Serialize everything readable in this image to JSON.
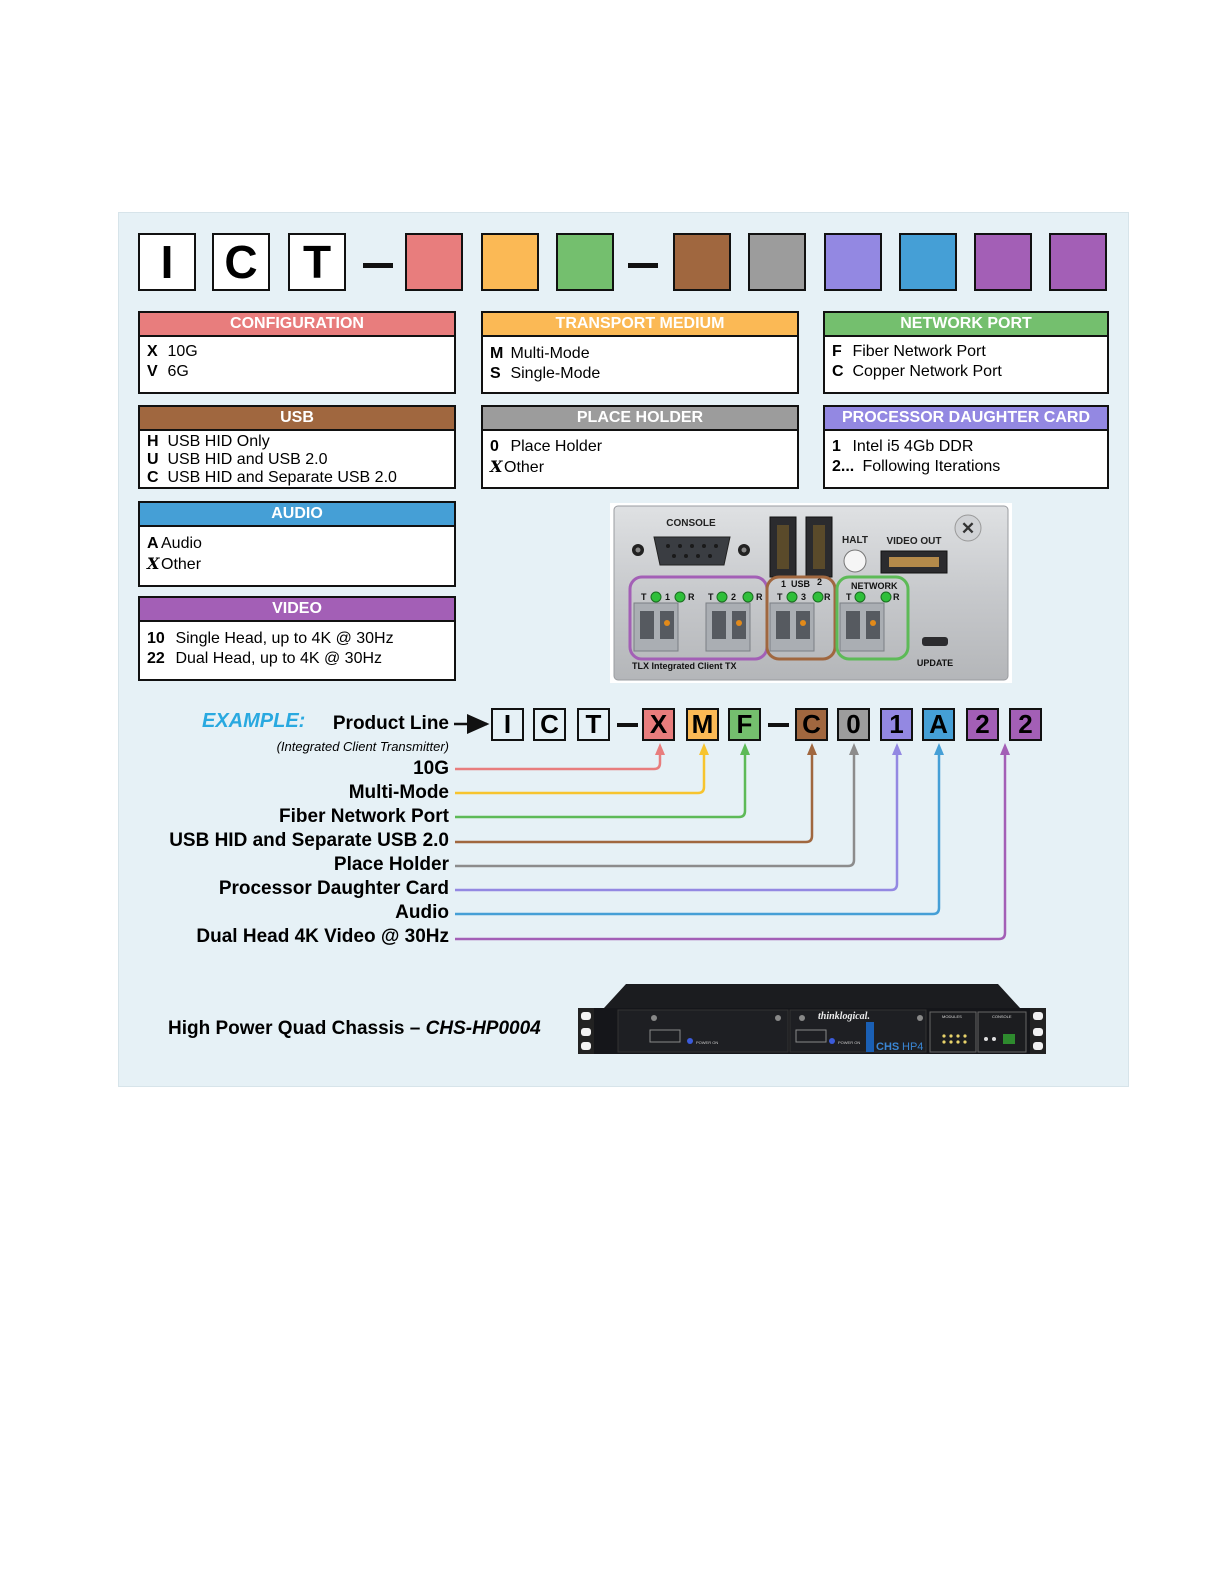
{
  "part_number": {
    "prefix": [
      "I",
      "C",
      "T"
    ],
    "slot_colors": [
      "#e87d7d",
      "#fbb955",
      "#74bf6e",
      "#a0673f",
      "#9c9c9c",
      "#9388e2",
      "#459fd6",
      "#a35fb6",
      "#a35fb6"
    ]
  },
  "cards": {
    "configuration": {
      "title": "CONFIGURATION",
      "color": "#e87d7d",
      "rows": [
        {
          "code": "X",
          "text": "10G"
        },
        {
          "code": "V",
          "text": "6G"
        }
      ]
    },
    "transport": {
      "title": "TRANSPORT MEDIUM",
      "color": "#fbb955",
      "rows": [
        {
          "code": "M",
          "text": "Multi-Mode"
        },
        {
          "code": "S",
          "text": "Single-Mode"
        }
      ]
    },
    "network": {
      "title": "NETWORK PORT",
      "color": "#74bf6e",
      "rows": [
        {
          "code": "F",
          "text": "Fiber Network Port"
        },
        {
          "code": "C",
          "text": "Copper Network Port"
        }
      ]
    },
    "usb": {
      "title": "USB",
      "color": "#a0673f",
      "rows": [
        {
          "code": "H",
          "text": "USB HID Only"
        },
        {
          "code": "U",
          "text": "USB HID and USB 2.0"
        },
        {
          "code": "C",
          "text": "USB HID and Separate USB 2.0"
        }
      ]
    },
    "placeholder": {
      "title": "PLACE HOLDER",
      "color": "#9c9c9c",
      "rows": [
        {
          "code": "0",
          "text": "Place Holder"
        },
        {
          "code": "X",
          "text": "Other"
        }
      ]
    },
    "processor": {
      "title": "PROCESSOR DAUGHTER CARD",
      "color": "#9388e2",
      "rows": [
        {
          "code": "1",
          "text": "Intel i5 4Gb DDR"
        },
        {
          "code": "2...",
          "text": "Following Iterations"
        }
      ]
    },
    "audio": {
      "title": "AUDIO",
      "color": "#459fd6",
      "rows": [
        {
          "code": "A",
          "text": "Audio"
        },
        {
          "code": "X",
          "text": "Other"
        }
      ]
    },
    "video": {
      "title": "VIDEO",
      "color": "#a35fb6",
      "rows": [
        {
          "code": "10",
          "text": "Single Head, up to 4K @ 30Hz"
        },
        {
          "code": "22",
          "text": "Dual Head, up to 4K @ 30Hz"
        }
      ]
    }
  },
  "rear_panel": {
    "console": "CONSOLE",
    "halt": "HALT",
    "video_out": "VIDEO OUT",
    "usb": "USB",
    "usb_1": "1",
    "usb_2": "2",
    "network": "NETWORK",
    "update": "UPDATE",
    "tlx": "TLX Integrated Client TX",
    "port_t": "T",
    "port_r": "R",
    "port_1": "1",
    "port_2": "2",
    "port_3": "3",
    "close": "✕"
  },
  "example": {
    "label": "EXAMPLE:",
    "product_line": "Product Line",
    "product_line_note": "(Integrated Client Transmitter)",
    "code": [
      "I",
      "C",
      "T",
      "X",
      "M",
      "F",
      "C",
      "0",
      "1",
      "A",
      "2",
      "2"
    ],
    "callouts": [
      {
        "label": "10G",
        "color": "#e87d7d"
      },
      {
        "label": "Multi-Mode",
        "color": "#f7c42e"
      },
      {
        "label": "Fiber Network Port",
        "color": "#5dba57"
      },
      {
        "label": "USB HID and Separate USB 2.0",
        "color": "#a0673f"
      },
      {
        "label": "Place Holder",
        "color": "#8c8c8c"
      },
      {
        "label": "Processor Daughter Card",
        "color": "#9388e2"
      },
      {
        "label": "Audio",
        "color": "#459fd6"
      },
      {
        "label": "Dual Head 4K Video @ 30Hz",
        "color": "#a35fb6"
      }
    ]
  },
  "chassis": {
    "label": "High Power Quad Chassis – ",
    "model": "CHS-HP0004",
    "brand": "thinklogical.",
    "badge_a": "CHS",
    "badge_b": "HP4",
    "power_on": "POWER ON",
    "modules": "MODULES",
    "console": "CONSOLE"
  }
}
